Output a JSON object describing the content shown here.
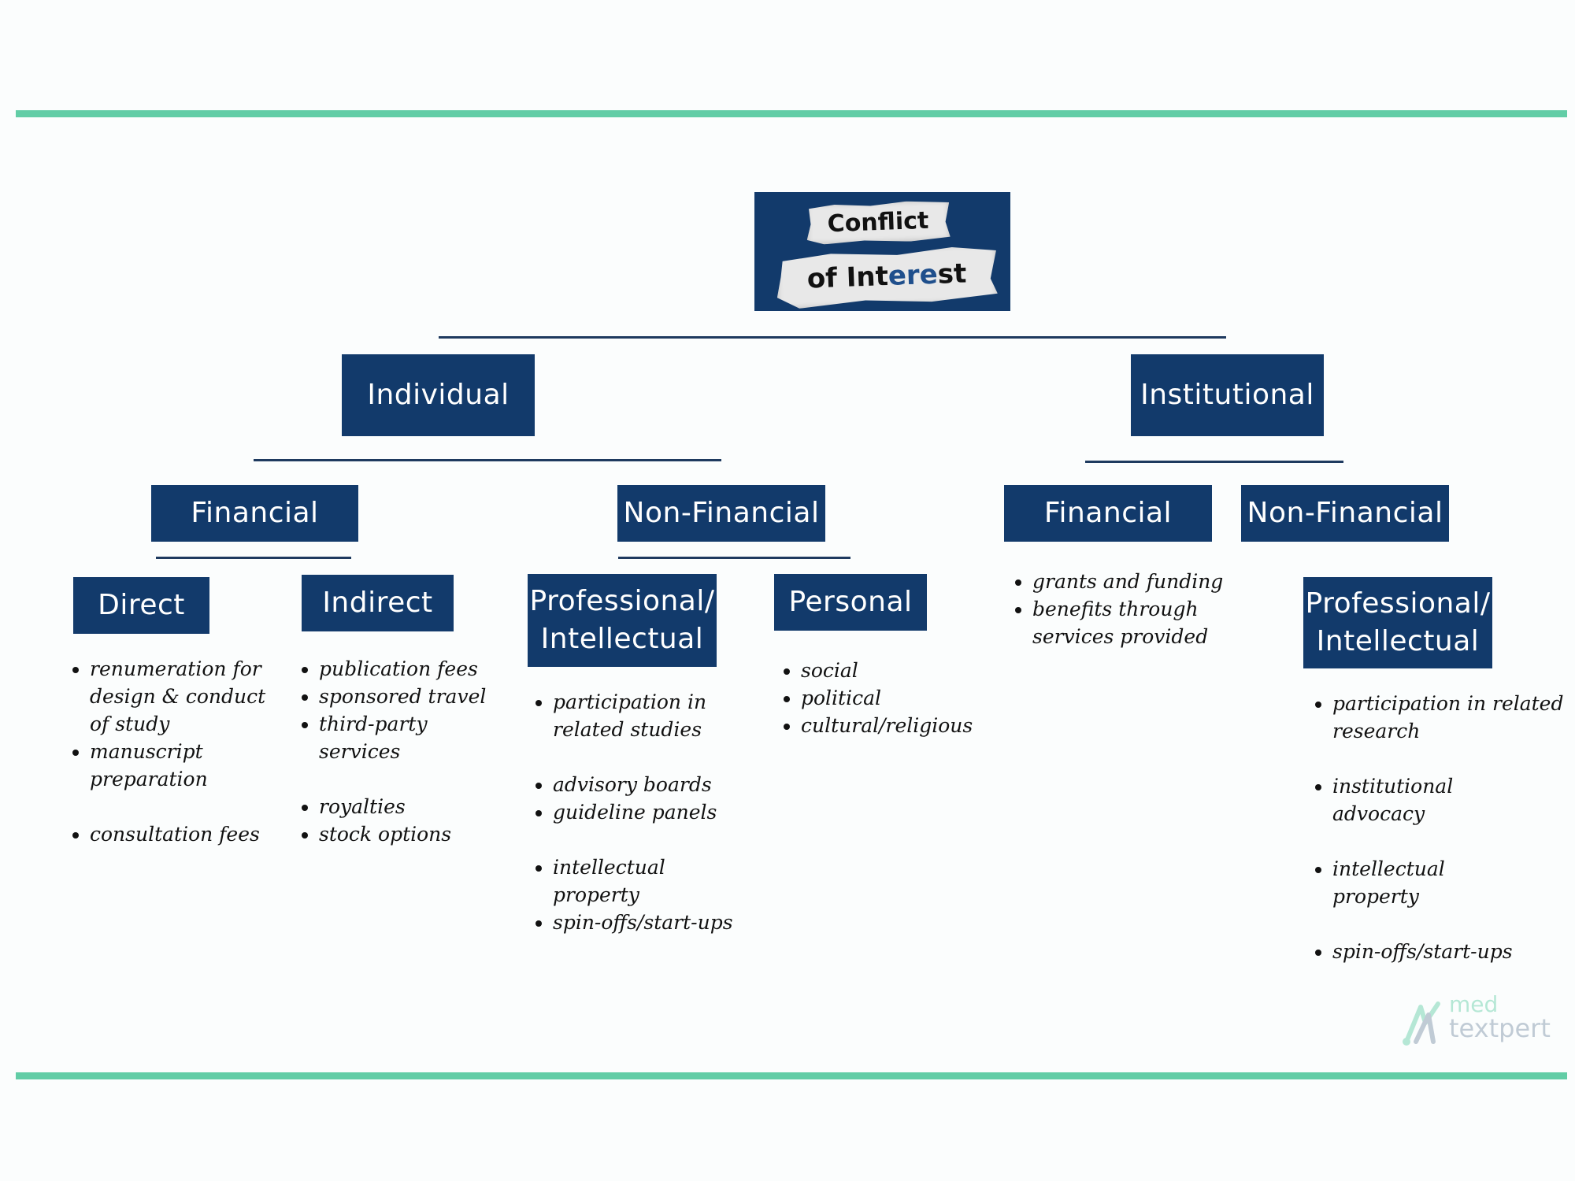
{
  "title": {
    "line1": "Conflict",
    "line2_a": "of Int",
    "line2_b": "ere",
    "line2_c": "st"
  },
  "level1": {
    "individual": "Individual",
    "institutional": "Institutional"
  },
  "individual": {
    "financial": "Financial",
    "non_financial": "Non-Financial",
    "direct": "Direct",
    "indirect": "Indirect",
    "professional": [
      "Professional/",
      "Intellectual"
    ],
    "personal": "Personal",
    "direct_items": [
      "renumeration for design & conduct of study",
      "manuscript preparation",
      "consultation fees"
    ],
    "indirect_items": [
      "publication fees",
      "sponsored travel",
      "third-party services",
      "royalties",
      "stock options"
    ],
    "professional_items": [
      "participation in related studies",
      "advisory boards",
      "guideline panels",
      "intellectual property",
      "spin-offs/start-ups"
    ],
    "personal_items": [
      "social",
      "political",
      "cultural/religious"
    ]
  },
  "institutional": {
    "financial": "Financial",
    "non_financial": "Non-Financial",
    "financial_items": [
      "grants and funding",
      "benefits through services provided"
    ],
    "professional": [
      "Professional/",
      "Intellectual"
    ],
    "professional_items": [
      "participation in related research",
      "institutional advocacy",
      "intellectual property",
      "spin-offs/start-ups"
    ]
  },
  "logo": {
    "word1": "med",
    "word2": "textpert"
  },
  "colors": {
    "box": "#123a6b",
    "accent_rule": "#62cda6",
    "connector": "#1e3a5f"
  }
}
